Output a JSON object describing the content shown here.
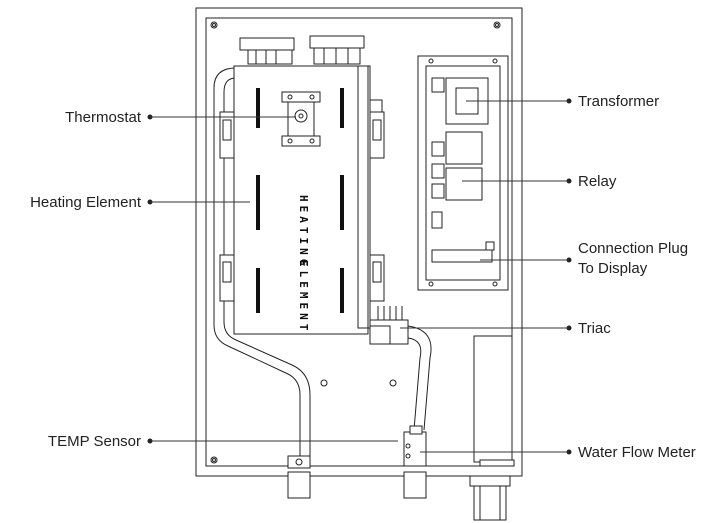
{
  "labels": {
    "thermostat": "Thermostat",
    "heating_element": "Heating Element",
    "temp_sensor": "TEMP Sensor",
    "transformer": "Transformer",
    "relay": "Relay",
    "connection_plug_line1": "Connection Plug",
    "connection_plug_line2": "To Display",
    "triac": "Triac",
    "water_flow_meter": "Water Flow Meter"
  },
  "element_text": {
    "col1": "HEATING",
    "col2": "ELEMENT"
  },
  "colors": {
    "line": "#222222",
    "background": "#ffffff"
  }
}
